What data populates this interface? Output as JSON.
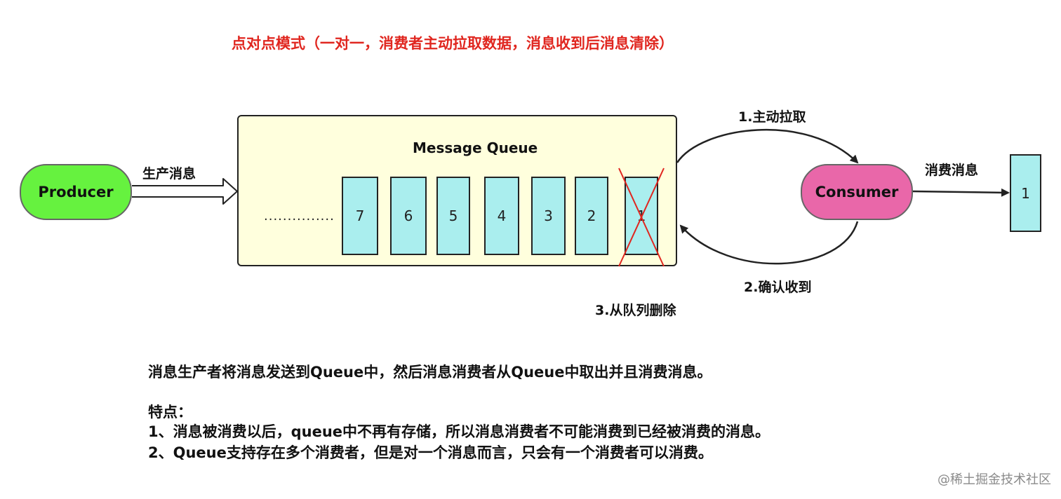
{
  "title": "点对点模式（一对一，消费者主动拉取数据，消息收到后消息清除）",
  "queue": {
    "title": "Message Queue",
    "ellipsis": "...............",
    "messages": [
      "7",
      "6",
      "5",
      "4",
      "3",
      "2",
      "1"
    ],
    "removed_message": "1"
  },
  "producer": {
    "label": "Producer"
  },
  "consumer": {
    "label": "Consumer"
  },
  "labels": {
    "produce": "生产消息",
    "pull": "1.主动拉取",
    "ack": "2.确认收到",
    "delete": "3.从队列删除",
    "consume": "消费消息"
  },
  "output_message": "1",
  "description": {
    "summary": "消息生产者将消息发送到Queue中，然后消息消费者从Queue中取出并且消费消息。",
    "features_heading": "特点：",
    "features": [
      "1、消息被消费以后，queue中不再有存储，所以消息消费者不可能消费到已经被消费的消息。",
      "2、Queue支持存在多个消费者，但是对一个消息而言，只会有一个消费者可以消费。"
    ]
  },
  "watermark": "@稀土掘金技术社区",
  "colors": {
    "title": "#e0261f",
    "producer": "#66f23f",
    "consumer": "#e967a9",
    "queue_bg": "#ffffdd",
    "message": "#aaeeee",
    "cross": "#e0261f"
  }
}
